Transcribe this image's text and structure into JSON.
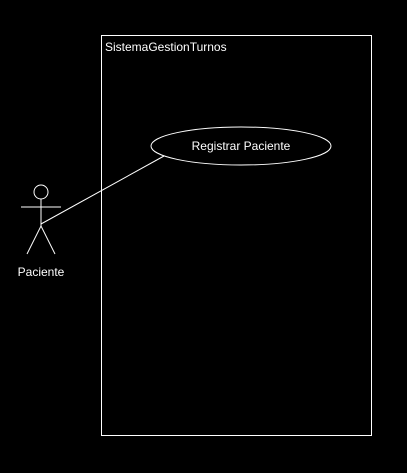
{
  "diagram": {
    "type": "use-case",
    "background_color": "#000000",
    "stroke_color": "#ffffff",
    "system": {
      "name": "SistemaGestionTurnos"
    },
    "actors": [
      {
        "label": "Paciente"
      }
    ],
    "use_cases": [
      {
        "label": "Registrar Paciente"
      }
    ],
    "associations": [
      {
        "from": "Paciente",
        "to": "Registrar Paciente"
      }
    ]
  }
}
